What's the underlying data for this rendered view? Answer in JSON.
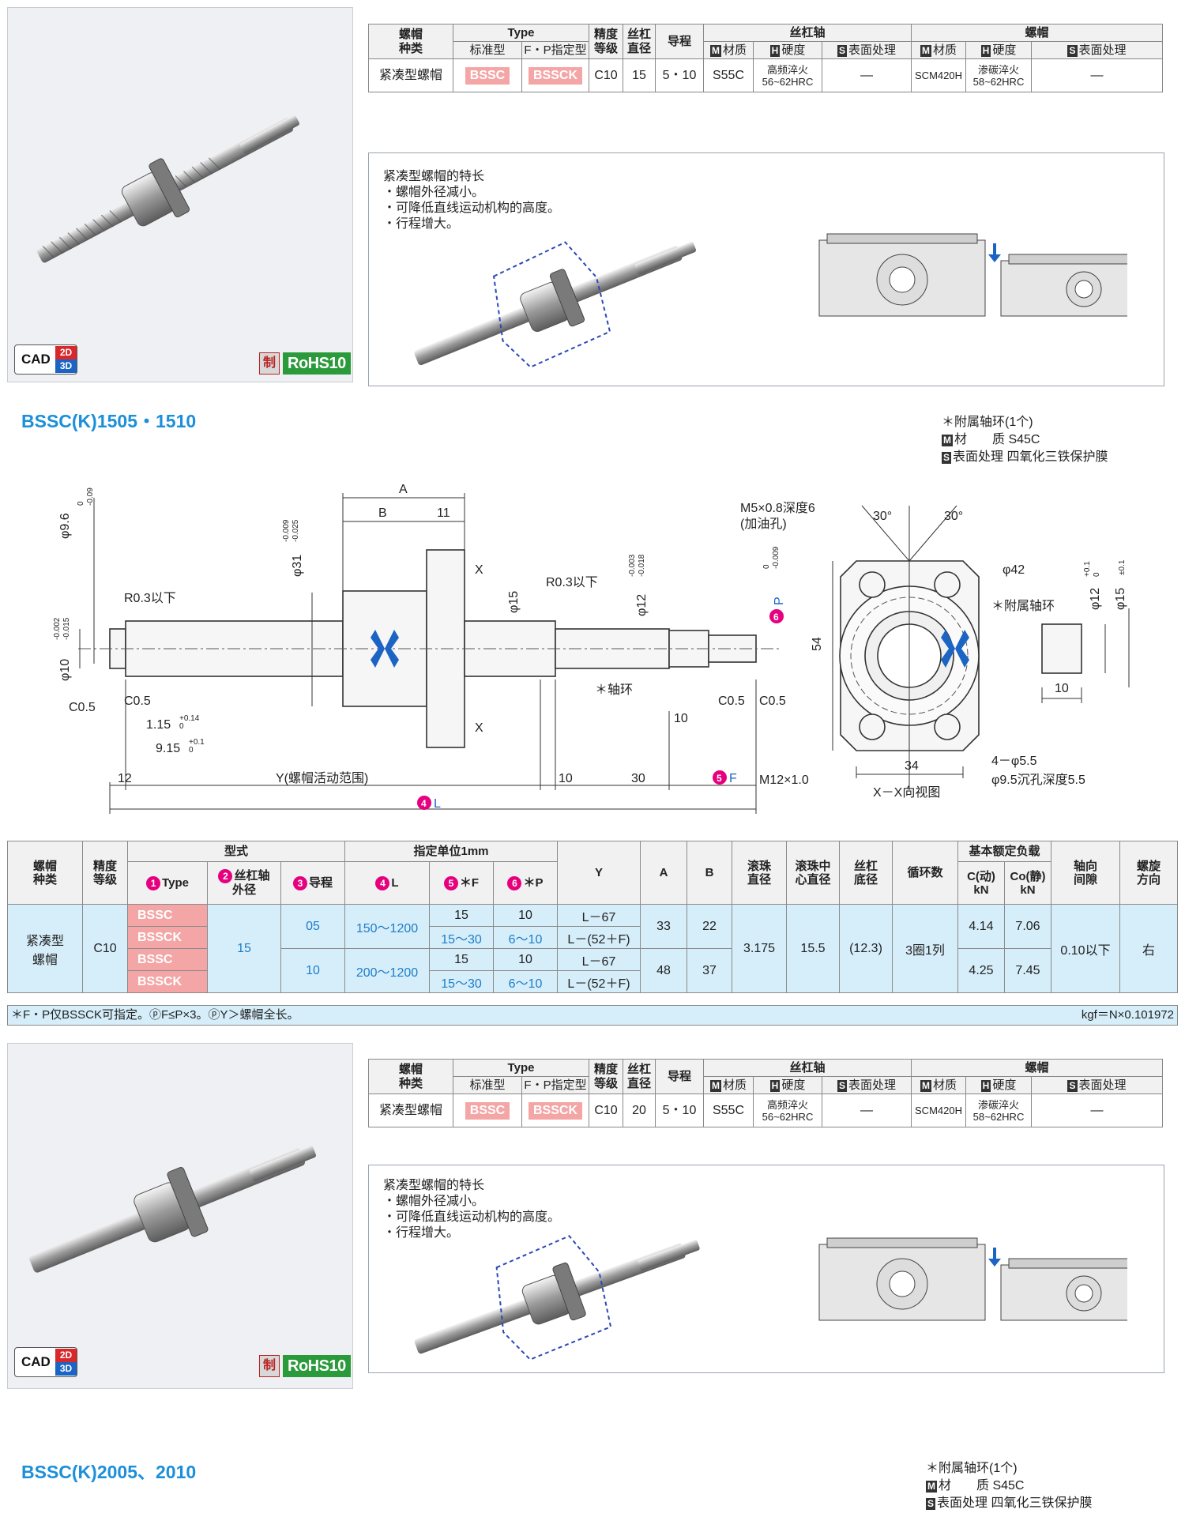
{
  "badges": {
    "cad_label": "CAD",
    "cad_2d": "2D",
    "cad_3d": "3D",
    "made_label": "制",
    "rohs_label": "RoHS10"
  },
  "spec_table_header": {
    "nut_type": "螺帽\n种类",
    "type": "Type",
    "standard": "标准型",
    "fp_type": "F・P指定型",
    "accuracy": "精度\n等级",
    "screw_dia": "丝杠\n直径",
    "lead": "导程",
    "shaft_group": "丝杠轴",
    "nut_group": "螺帽",
    "material": "材质",
    "hardness": "硬度",
    "surface": "表面处理",
    "m_badge": "M",
    "h_badge": "H",
    "s_badge": "S"
  },
  "spec_rows": [
    {
      "nut_type": "紧凑型螺帽",
      "std": "BSSC",
      "fp": "BSSCK",
      "accuracy": "C10",
      "dia": "15",
      "lead": "5・10",
      "shaft_material": "S55C",
      "shaft_hardness": "高频淬火\n56~62HRC",
      "shaft_surface": "—",
      "nut_material": "SCM420H",
      "nut_hardness": "渗碳淬火\n58~62HRC",
      "nut_surface": "—"
    },
    {
      "nut_type": "紧凑型螺帽",
      "std": "BSSC",
      "fp": "BSSCK",
      "accuracy": "C10",
      "dia": "20",
      "lead": "5・10",
      "shaft_material": "S55C",
      "shaft_hardness": "高频淬火\n56~62HRC",
      "shaft_surface": "—",
      "nut_material": "SCM420H",
      "nut_hardness": "渗碳淬火\n58~62HRC",
      "nut_surface": "—"
    }
  ],
  "features": {
    "title": "紧凑型螺帽的特长",
    "items": [
      "・螺帽外径减小。",
      "・可降低直线运动机构的高度。",
      "・行程增大。"
    ]
  },
  "section1": {
    "title": "BSSC(K)1505・1510",
    "notes": {
      "line1": "＊附属轴环(1个)",
      "m_label": "M",
      "material": "材　　质  S45C",
      "s_label": "S",
      "surface": "表面处理  四氧化三铁保护膜"
    }
  },
  "drawing1": {
    "phi96": "φ9.6",
    "phi96_tol_u": "0",
    "phi96_tol_l": "-0.09",
    "phi10": "φ10",
    "phi10_tol_u": "-0.002",
    "phi10_tol_l": "-0.015",
    "r03a": "R0.3以下",
    "c05a": "C0.5",
    "c05b": "C0.5",
    "c05c": "C0.5",
    "c05d": "C0.5",
    "tol115": "1.15",
    "tol115_u": "+0.14",
    "tol115_l": "0",
    "tol915": "9.15",
    "tol915_u": "+0.1",
    "tol915_l": "0",
    "d12": "12",
    "y_range": "Y(螺帽活动范围)",
    "d10a": "10",
    "d30": "30",
    "f_label": "F",
    "l_label": "L",
    "f_num": "5",
    "l_num": "4",
    "p_num": "6",
    "phi31": "φ31",
    "phi31_tol_u": "-0.009",
    "phi31_tol_l": "-0.025",
    "dim_a": "A",
    "dim_b": "B",
    "dim_11": "11",
    "x_mark1": "X",
    "x_mark2": "X",
    "phi15": "φ15",
    "r03b": "R0.3以下",
    "phi12": "φ12",
    "phi12_tol_u": "-0.003",
    "phi12_tol_l": "-0.018",
    "p_label": "P",
    "p_tol_u": "0",
    "p_tol_l": "-0.009",
    "collar": "＊轴环",
    "d10b": "10",
    "m12": "M12×1.0",
    "m5": "M5×0.8深度6",
    "oil": "(加油孔)",
    "ang30a": "30°",
    "ang30b": "30°",
    "phi42": "φ42",
    "collar2": "＊附属轴环",
    "d54": "54",
    "d34": "34",
    "holes": "4－φ5.5",
    "cbore": "φ9.5沉孔深度5.5",
    "view": "X－X向视图",
    "c_phi12": "φ12",
    "c_phi12_tol_u": "+0.1",
    "c_phi12_tol_l": "0",
    "c_phi15": "φ15",
    "c_phi15_tol": "±0.1",
    "c_d10": "10"
  },
  "big_table": {
    "h_nut_type": "螺帽\n种类",
    "h_accuracy": "精度\n等级",
    "h_model": "型式",
    "h_unit": "指定单位1mm",
    "h_type": "Type",
    "h_shaft_od": "丝杠轴\n外径",
    "h_lead": "导程",
    "h_L": "L",
    "h_F": "＊F",
    "h_P": "＊P",
    "h_Y": "Y",
    "h_A": "A",
    "h_B": "B",
    "h_ball": "滚珠\n直径",
    "h_pcd": "滚珠中\n心直径",
    "h_root": "丝杠\n底径",
    "h_circuits": "循环数",
    "h_load": "基本额定负载",
    "h_c": "C(动)\nkN",
    "h_co": "Co(静)\nkN",
    "h_axial": "轴向\n间隙",
    "h_dir": "螺旋\n方向",
    "n1": "1",
    "n2": "2",
    "n3": "3",
    "n4": "4",
    "n5": "5",
    "n6": "6",
    "nut_type": "紧凑型\n螺帽",
    "accuracy": "C10",
    "types": [
      "BSSC",
      "BSSCK",
      "BSSC",
      "BSSCK"
    ],
    "shaft_od": "15",
    "lead1": "05",
    "lead2": "10",
    "L1": "150～1200",
    "L2": "200～1200",
    "F": [
      "15",
      "15～30",
      "15",
      "15～30"
    ],
    "P": [
      "10",
      "6～10",
      "10",
      "6～10"
    ],
    "Y": [
      "L－67",
      "L－(52＋F)",
      "L－67",
      "L－(52＋F)"
    ],
    "A1": "33",
    "A2": "48",
    "B1": "22",
    "B2": "37",
    "ball": "3.175",
    "pcd": "15.5",
    "root": "(12.3)",
    "circuits": "3圈1列",
    "c1": "4.14",
    "c2": "4.25",
    "co1": "7.06",
    "co2": "7.45",
    "axial": "0.10以下",
    "dir": "右"
  },
  "footnote": {
    "left": "＊F・P仅BSSCK可指定。ⓟF≤P×3。ⓟY＞螺帽全长。",
    "right": "kgf＝N×0.101972"
  },
  "section2": {
    "title": "BSSC(K)2005、2010",
    "notes": {
      "line1": "＊附属轴环(1个)",
      "m_label": "M",
      "material": "材　　质  S45C",
      "s_label": "S",
      "surface": "表面处理  四氧化三铁保护膜"
    }
  },
  "colors": {
    "accent": "#1c8fd9",
    "pink": "#f4a6a6",
    "magenta": "#e6007e",
    "table_blue": "#d6eefa"
  }
}
